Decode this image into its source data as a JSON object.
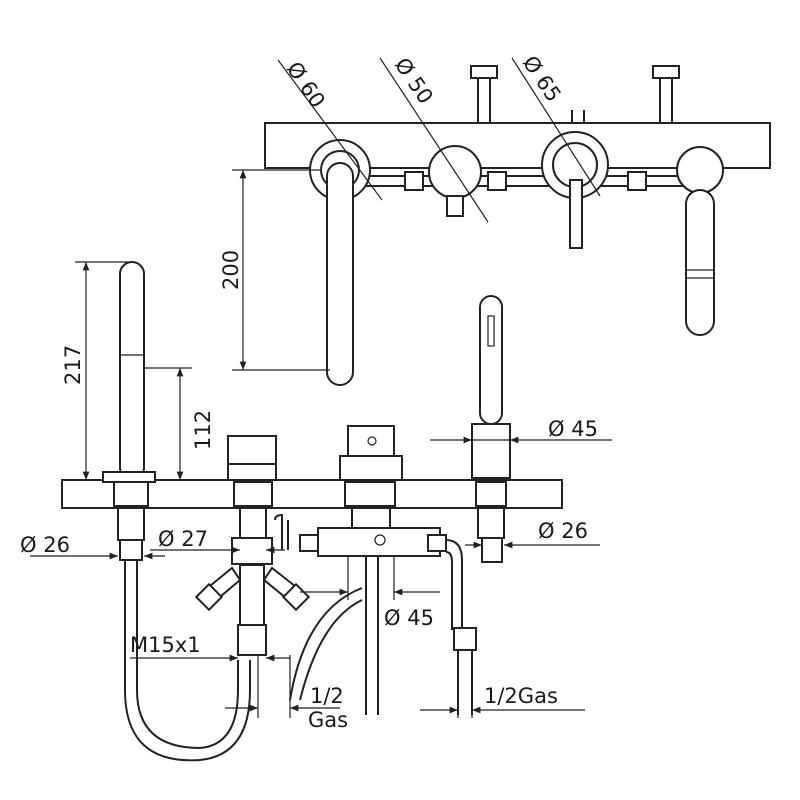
{
  "dimensions": {
    "top_d60": "Ø 60",
    "top_d50": "Ø 50",
    "top_d65": "Ø 65",
    "top_h200": "200",
    "h217": "217",
    "h112": "112",
    "d45_hand": "Ø 45",
    "d26_left": "Ø 26",
    "d27": "Ø 27",
    "d26_right": "Ø 26",
    "d45_body": "Ø 45",
    "m15": "M15x1",
    "half_line1": "1/2",
    "half_line2": "Gas",
    "half_gas": "1/2Gas"
  }
}
